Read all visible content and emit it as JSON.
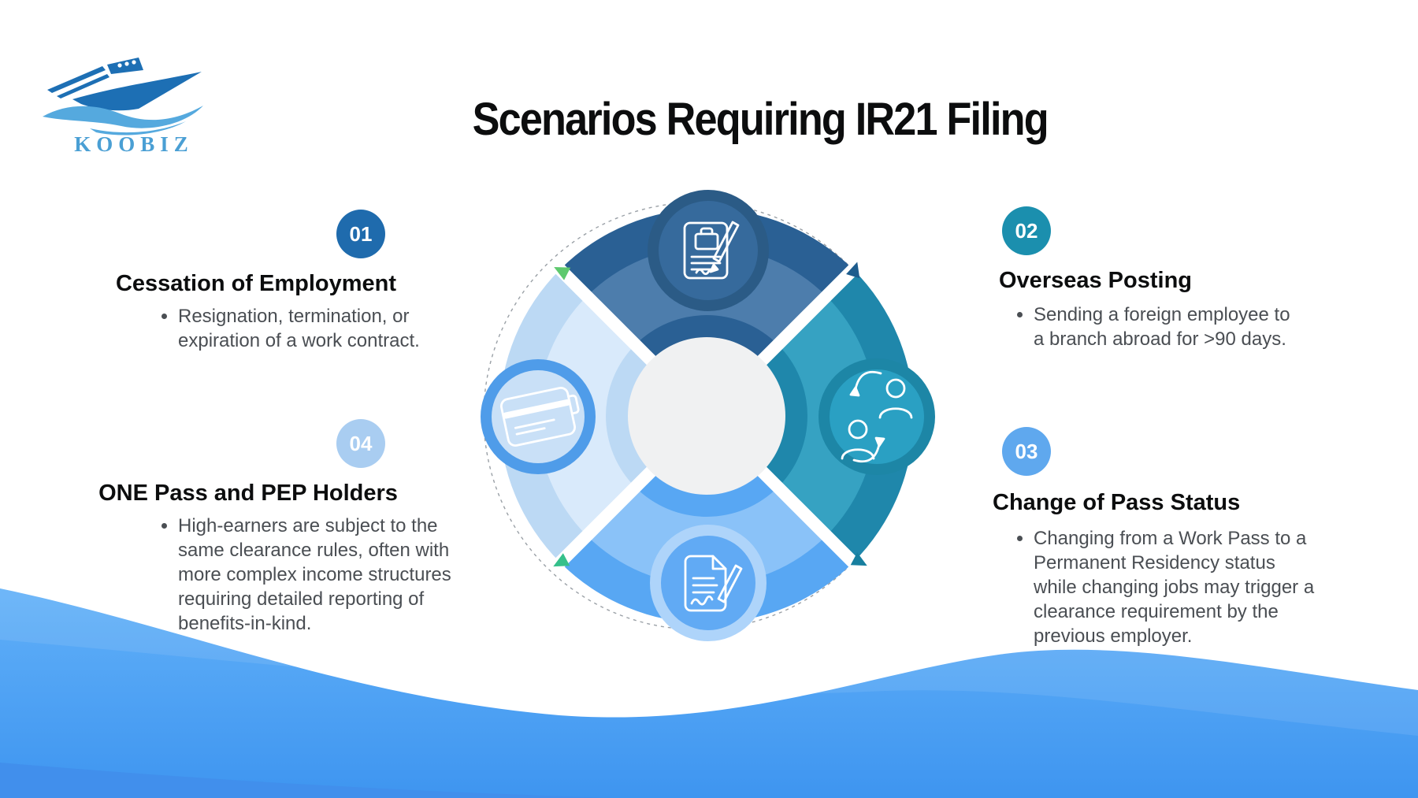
{
  "logo": {
    "brand": "KOOBIZ",
    "icon": "cruise-ship",
    "text_color": "#4a9fd4",
    "hull_color": "#1d6fb4",
    "wave_color": "#55a9de"
  },
  "title": "Scenarios Requiring IR21 Filing",
  "sections": [
    {
      "number": "01",
      "title": "Cessation of Employment",
      "bullet": "Resignation, termination, or expiration of a work contract.",
      "badge_color": "#1f6bad"
    },
    {
      "number": "02",
      "title": "Overseas Posting",
      "bullet": "Sending a foreign employee to a branch abroad for >90 days.",
      "badge_color": "#1b8fae"
    },
    {
      "number": "03",
      "title": "Change of Pass Status",
      "bullet": "Changing from a Work Pass to a Permanent Residency status while changing jobs may trigger a clearance requirement by the previous employer.",
      "badge_color": "#5fa8ee"
    },
    {
      "number": "04",
      "title": "ONE Pass and PEP Holders",
      "bullet": "High-earners are subject to the same clearance rules, often with more complex income structures requiring detailed reporting of benefits-in-kind.",
      "badge_color": "#a9cdf1"
    }
  ],
  "diagram": {
    "center_color": "#f0f1f2",
    "dashed_ring_color": "#9aa0a6",
    "petals": {
      "top": {
        "base": "#2a6094",
        "band": "#4d7dac",
        "ring": "#2b5b86",
        "disc": "#366a9c",
        "icon": "contract-briefcase"
      },
      "right": {
        "base": "#1f87ab",
        "band": "#36a2c2",
        "ring": "#1d86a6",
        "disc": "#2aa0c3",
        "icon": "employee-swap"
      },
      "bottom": {
        "base": "#58a7f3",
        "band": "#8ac2f8",
        "ring": "#aed4fa",
        "disc": "#61aaf4",
        "icon": "signed-document"
      },
      "left": {
        "base": "#bcd9f4",
        "band": "#d9eafb",
        "ring": "#4f9ce9",
        "disc": "#c9e0f7",
        "icon": "pass-card"
      }
    },
    "arrows": {
      "top_left": "#5ec96e",
      "top_right": "#1d5c8d",
      "bottom_right": "#177f9f",
      "bottom_left": "#35c08b"
    }
  },
  "wave": {
    "main_top": "#61b0f8",
    "main_bottom": "#3e95f0",
    "accent": "#418fec"
  }
}
